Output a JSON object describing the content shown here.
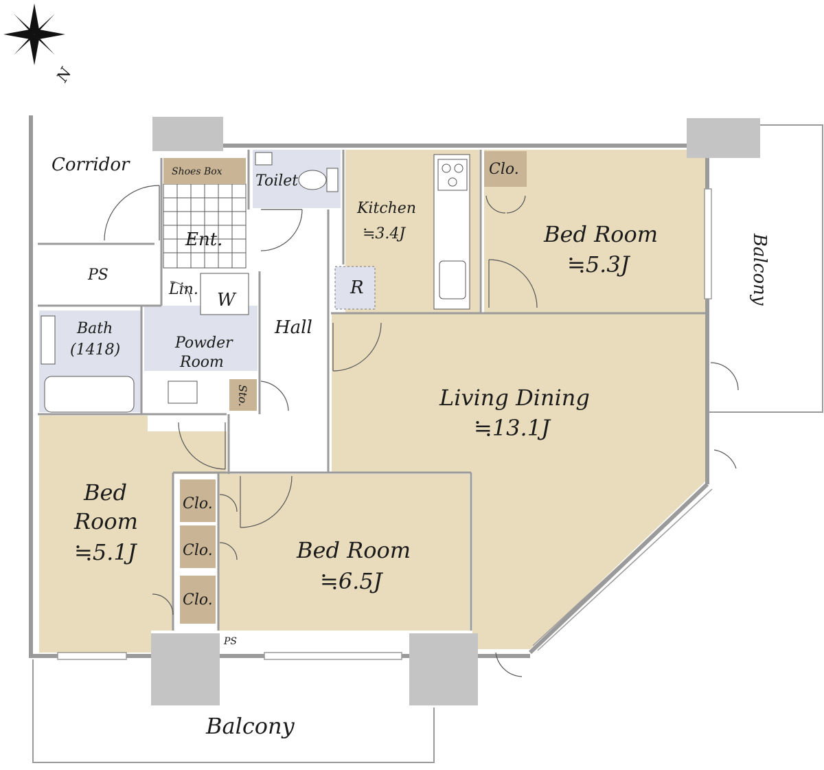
{
  "compass": {
    "north": "N"
  },
  "labels": {
    "corridor": "Corridor",
    "shoes_box": "Shoes Box",
    "toilet": "Toilet",
    "entrance": "Ent.",
    "ps_top": "PS",
    "linen": "Lin.",
    "washer": "W",
    "bath_line1": "Bath",
    "bath_line2": "(1418)",
    "powder_line1": "Powder",
    "powder_line2": "Room",
    "storage": "Sto.",
    "hall": "Hall",
    "kitchen_name": "Kitchen",
    "kitchen_size": "≒3.4J",
    "refrigerator": "R",
    "closet_top": "Clo.",
    "bed_ne_name": "Bed Room",
    "bed_ne_size": "≒5.3J",
    "balcony_right": "Balcony",
    "living_name": "Living Dining",
    "living_size": "≒13.1J",
    "bed_w_line1": "Bed",
    "bed_w_line2": "Room",
    "bed_w_size": "≒5.1J",
    "clo_1": "Clo.",
    "clo_2": "Clo.",
    "clo_3": "Clo.",
    "bed_s_name": "Bed Room",
    "bed_s_size": "≒6.5J",
    "ps_bottom": "PS",
    "balcony_bottom": "Balcony"
  },
  "colors": {
    "room_fill": "#e9dcbd",
    "wet_fill": "#dfe2ec",
    "closet_fill": "#c9b596",
    "pillar_fill": "#c4c4c4",
    "wall": "#9a9a9a"
  }
}
